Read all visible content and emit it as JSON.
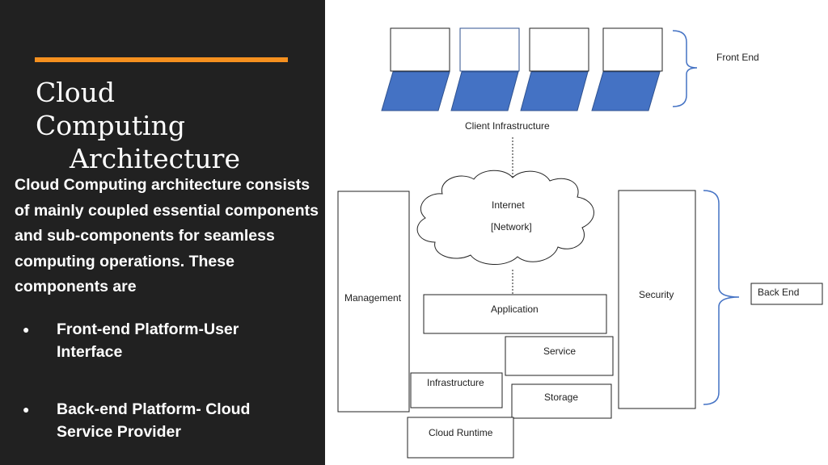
{
  "slide": {
    "title_lines": [
      "Cloud",
      "Computing",
      "Architecture"
    ],
    "intro": "Cloud Computing architecture consists of mainly coupled essential components and sub-components for seamless computing operations. These components are",
    "bullets": [
      {
        "bullet": "●",
        "text": "Front-end Platform-User Interface"
      },
      {
        "bullet": "●",
        "text": "Back-end Platform- Cloud Service Provider"
      }
    ],
    "colors": {
      "background_dark": "#212121",
      "accent": "#f5901f",
      "laptop_blue": "#4472c4"
    }
  },
  "diagram": {
    "front_end_label": "Front End",
    "client_infrastructure_label": "Client Infrastructure",
    "cloud_line1": "Internet",
    "cloud_line2": "[Network]",
    "management_label": "Management",
    "security_label": "Security",
    "back_end_label": "Back End",
    "application_label": "Application",
    "service_label": "Service",
    "infrastructure_label": "Infrastructure",
    "storage_label": "Storage",
    "cloud_runtime_label": "Cloud Runtime"
  }
}
